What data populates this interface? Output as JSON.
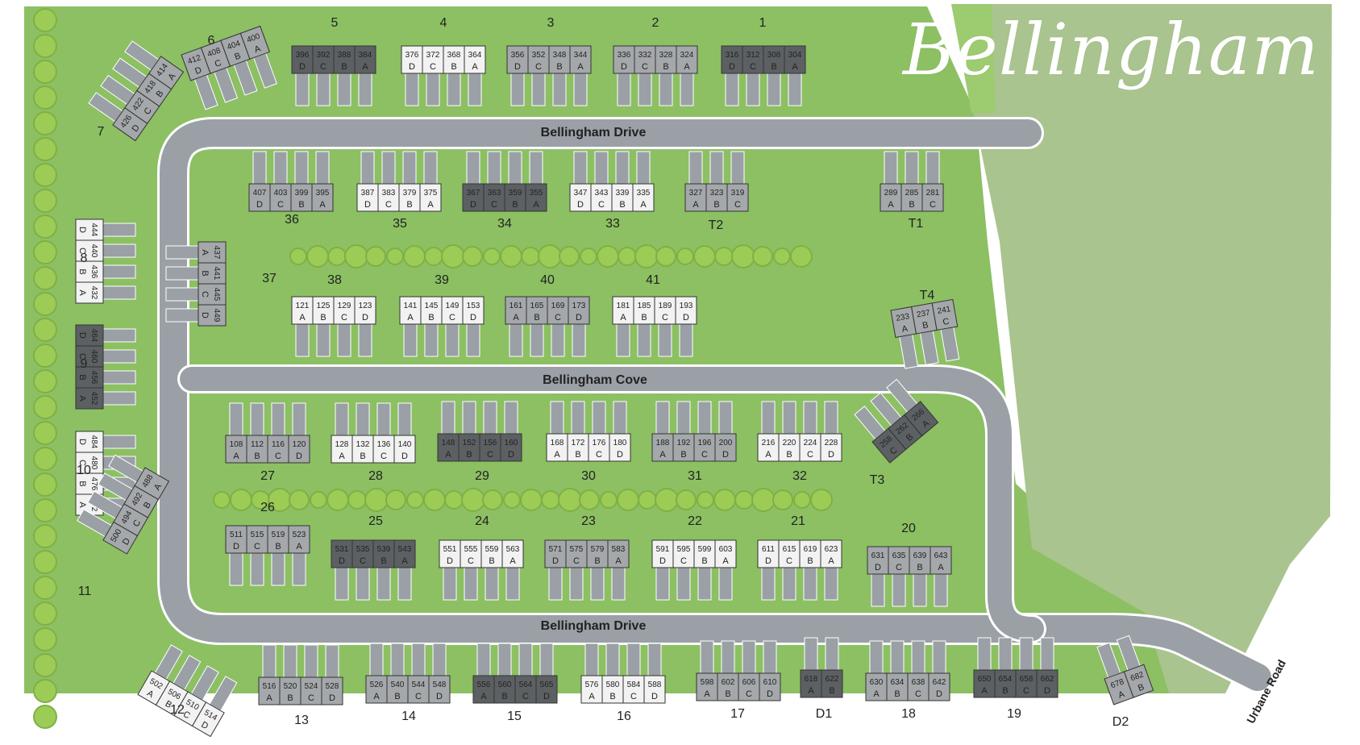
{
  "title": "Bellingham",
  "roads": {
    "drive_top": "Bellingham Drive",
    "cove": "Bellingham Cove",
    "drive_bottom": "Bellingham Drive",
    "urbane": "Urbane Road"
  },
  "colors": {
    "grass": "#8cc063",
    "grass_light": "#9ccb70",
    "pale_area": "#a9c48e",
    "road": "#9aa0a6",
    "road_edge": "#ffffff",
    "unit_light": "#f2f2f2",
    "unit_mid": "#a5a8ab",
    "unit_dark": "#5c6063",
    "tree": "#9ccc55"
  },
  "buildings": [
    {
      "id": "1",
      "units": [
        [
          "316",
          "D"
        ],
        [
          "312",
          "C"
        ],
        [
          "308",
          "B"
        ],
        [
          "304",
          "A"
        ]
      ],
      "shade": "dark"
    },
    {
      "id": "2",
      "units": [
        [
          "336",
          "D"
        ],
        [
          "332",
          "C"
        ],
        [
          "328",
          "B"
        ],
        [
          "324",
          "A"
        ]
      ],
      "shade": "mid"
    },
    {
      "id": "3",
      "units": [
        [
          "356",
          "D"
        ],
        [
          "352",
          "C"
        ],
        [
          "348",
          "B"
        ],
        [
          "344",
          "A"
        ]
      ],
      "shade": "mid"
    },
    {
      "id": "4",
      "units": [
        [
          "376",
          "D"
        ],
        [
          "372",
          "C"
        ],
        [
          "368",
          "B"
        ],
        [
          "364",
          "A"
        ]
      ],
      "shade": "light"
    },
    {
      "id": "5",
      "units": [
        [
          "396",
          "D"
        ],
        [
          "392",
          "C"
        ],
        [
          "388",
          "B"
        ],
        [
          "384",
          "A"
        ]
      ],
      "shade": "dark"
    },
    {
      "id": "6",
      "units": [
        [
          "412",
          "D"
        ],
        [
          "408",
          "C"
        ],
        [
          "404",
          "B"
        ],
        [
          "400",
          "A"
        ]
      ],
      "shade": "mid"
    },
    {
      "id": "7",
      "units": [
        [
          "426",
          "D"
        ],
        [
          "422",
          "C"
        ],
        [
          "418",
          "B"
        ],
        [
          "414",
          "A"
        ]
      ],
      "shade": "mid"
    },
    {
      "id": "8",
      "units": [
        [
          "444",
          "D"
        ],
        [
          "440",
          "C"
        ],
        [
          "436",
          "B"
        ],
        [
          "432",
          "A"
        ]
      ],
      "shade": "light"
    },
    {
      "id": "9",
      "units": [
        [
          "464",
          "D"
        ],
        [
          "460",
          "C"
        ],
        [
          "456",
          "B"
        ],
        [
          "452",
          "A"
        ]
      ],
      "shade": "dark"
    },
    {
      "id": "10",
      "units": [
        [
          "484",
          "D"
        ],
        [
          "480",
          "C"
        ],
        [
          "476",
          "B"
        ],
        [
          "472",
          "A"
        ]
      ],
      "shade": "light"
    },
    {
      "id": "11",
      "units": [
        [
          "500",
          "D"
        ],
        [
          "494",
          "C"
        ],
        [
          "492",
          "B"
        ],
        [
          "488",
          "A"
        ]
      ],
      "shade": "mid"
    },
    {
      "id": "12",
      "units": [
        [
          "502",
          "A"
        ],
        [
          "506",
          "B"
        ],
        [
          "510",
          "C"
        ],
        [
          "514",
          "D"
        ]
      ],
      "shade": "light"
    },
    {
      "id": "13",
      "units": [
        [
          "516",
          "A"
        ],
        [
          "520",
          "B"
        ],
        [
          "524",
          "C"
        ],
        [
          "528",
          "D"
        ]
      ],
      "shade": "mid"
    },
    {
      "id": "14",
      "units": [
        [
          "526",
          "A"
        ],
        [
          "540",
          "B"
        ],
        [
          "544",
          "C"
        ],
        [
          "548",
          "D"
        ]
      ],
      "shade": "mid"
    },
    {
      "id": "15",
      "units": [
        [
          "556",
          "A"
        ],
        [
          "560",
          "B"
        ],
        [
          "564",
          "C"
        ],
        [
          "565",
          "D"
        ]
      ],
      "shade": "dark"
    },
    {
      "id": "16",
      "units": [
        [
          "576",
          "A"
        ],
        [
          "580",
          "B"
        ],
        [
          "584",
          "C"
        ],
        [
          "588",
          "D"
        ]
      ],
      "shade": "light"
    },
    {
      "id": "17",
      "units": [
        [
          "598",
          "A"
        ],
        [
          "602",
          "B"
        ],
        [
          "606",
          "C"
        ],
        [
          "610",
          "D"
        ]
      ],
      "shade": "mid"
    },
    {
      "id": "D1",
      "units": [
        [
          "618",
          "A"
        ],
        [
          "622",
          "B"
        ]
      ],
      "shade": "dark"
    },
    {
      "id": "18",
      "units": [
        [
          "630",
          "A"
        ],
        [
          "634",
          "B"
        ],
        [
          "638",
          "C"
        ],
        [
          "642",
          "D"
        ]
      ],
      "shade": "mid"
    },
    {
      "id": "19",
      "units": [
        [
          "650",
          "A"
        ],
        [
          "654",
          "B"
        ],
        [
          "658",
          "C"
        ],
        [
          "662",
          "D"
        ]
      ],
      "shade": "dark"
    },
    {
      "id": "D2",
      "units": [
        [
          "678",
          "A"
        ],
        [
          "682",
          "B"
        ]
      ],
      "shade": "mid"
    },
    {
      "id": "20",
      "units": [
        [
          "631",
          "D"
        ],
        [
          "635",
          "C"
        ],
        [
          "639",
          "B"
        ],
        [
          "643",
          "A"
        ]
      ],
      "shade": "mid"
    },
    {
      "id": "21",
      "units": [
        [
          "611",
          "D"
        ],
        [
          "615",
          "C"
        ],
        [
          "619",
          "B"
        ],
        [
          "623",
          "A"
        ]
      ],
      "shade": "light"
    },
    {
      "id": "22",
      "units": [
        [
          "591",
          "D"
        ],
        [
          "595",
          "C"
        ],
        [
          "599",
          "B"
        ],
        [
          "603",
          "A"
        ]
      ],
      "shade": "light"
    },
    {
      "id": "23",
      "units": [
        [
          "571",
          "D"
        ],
        [
          "575",
          "C"
        ],
        [
          "579",
          "B"
        ],
        [
          "583",
          "A"
        ]
      ],
      "shade": "mid"
    },
    {
      "id": "24",
      "units": [
        [
          "551",
          "D"
        ],
        [
          "555",
          "C"
        ],
        [
          "559",
          "B"
        ],
        [
          "563",
          "A"
        ]
      ],
      "shade": "light"
    },
    {
      "id": "25",
      "units": [
        [
          "531",
          "D"
        ],
        [
          "535",
          "C"
        ],
        [
          "539",
          "B"
        ],
        [
          "543",
          "A"
        ]
      ],
      "shade": "dark"
    },
    {
      "id": "26",
      "units": [
        [
          "511",
          "D"
        ],
        [
          "515",
          "C"
        ],
        [
          "519",
          "B"
        ],
        [
          "523",
          "A"
        ]
      ],
      "shade": "mid"
    },
    {
      "id": "27",
      "units": [
        [
          "108",
          "A"
        ],
        [
          "112",
          "B"
        ],
        [
          "116",
          "C"
        ],
        [
          "120",
          "D"
        ]
      ],
      "shade": "mid"
    },
    {
      "id": "28",
      "units": [
        [
          "128",
          "A"
        ],
        [
          "132",
          "B"
        ],
        [
          "136",
          "C"
        ],
        [
          "140",
          "D"
        ]
      ],
      "shade": "light"
    },
    {
      "id": "29",
      "units": [
        [
          "148",
          "A"
        ],
        [
          "152",
          "B"
        ],
        [
          "156",
          "C"
        ],
        [
          "160",
          "D"
        ]
      ],
      "shade": "dark"
    },
    {
      "id": "30",
      "units": [
        [
          "168",
          "A"
        ],
        [
          "172",
          "B"
        ],
        [
          "176",
          "C"
        ],
        [
          "180",
          "D"
        ]
      ],
      "shade": "light"
    },
    {
      "id": "31",
      "units": [
        [
          "188",
          "A"
        ],
        [
          "192",
          "B"
        ],
        [
          "196",
          "C"
        ],
        [
          "200",
          "D"
        ]
      ],
      "shade": "mid"
    },
    {
      "id": "32",
      "units": [
        [
          "216",
          "A"
        ],
        [
          "220",
          "B"
        ],
        [
          "224",
          "C"
        ],
        [
          "228",
          "D"
        ]
      ],
      "shade": "light"
    },
    {
      "id": "T3",
      "units": [
        [
          "258",
          "C"
        ],
        [
          "262",
          "B"
        ],
        [
          "266",
          "A"
        ]
      ],
      "shade": "dark"
    },
    {
      "id": "33",
      "units": [
        [
          "347",
          "D"
        ],
        [
          "343",
          "C"
        ],
        [
          "339",
          "B"
        ],
        [
          "335",
          "A"
        ]
      ],
      "shade": "light"
    },
    {
      "id": "34",
      "units": [
        [
          "367",
          "D"
        ],
        [
          "363",
          "C"
        ],
        [
          "359",
          "B"
        ],
        [
          "355",
          "A"
        ]
      ],
      "shade": "dark"
    },
    {
      "id": "35",
      "units": [
        [
          "387",
          "D"
        ],
        [
          "383",
          "C"
        ],
        [
          "379",
          "B"
        ],
        [
          "375",
          "A"
        ]
      ],
      "shade": "light"
    },
    {
      "id": "36",
      "units": [
        [
          "407",
          "D"
        ],
        [
          "403",
          "C"
        ],
        [
          "399",
          "B"
        ],
        [
          "395",
          "A"
        ]
      ],
      "shade": "mid"
    },
    {
      "id": "T2",
      "units": [
        [
          "327",
          "A"
        ],
        [
          "323",
          "B"
        ],
        [
          "319",
          "C"
        ]
      ],
      "shade": "mid"
    },
    {
      "id": "T1",
      "units": [
        [
          "289",
          "A"
        ],
        [
          "285",
          "B"
        ],
        [
          "281",
          "C"
        ]
      ],
      "shade": "mid"
    },
    {
      "id": "37",
      "units": [
        [
          "437",
          "A"
        ],
        [
          "441",
          "B"
        ],
        [
          "445",
          "C"
        ],
        [
          "449",
          "D"
        ]
      ],
      "shade": "mid"
    },
    {
      "id": "38",
      "units": [
        [
          "121",
          "A"
        ],
        [
          "125",
          "B"
        ],
        [
          "129",
          "C"
        ],
        [
          "123",
          "D"
        ]
      ],
      "shade": "light"
    },
    {
      "id": "39",
      "units": [
        [
          "141",
          "A"
        ],
        [
          "145",
          "B"
        ],
        [
          "149",
          "C"
        ],
        [
          "153",
          "D"
        ]
      ],
      "shade": "light"
    },
    {
      "id": "40",
      "units": [
        [
          "161",
          "A"
        ],
        [
          "165",
          "B"
        ],
        [
          "169",
          "C"
        ],
        [
          "173",
          "D"
        ]
      ],
      "shade": "mid"
    },
    {
      "id": "41",
      "units": [
        [
          "181",
          "A"
        ],
        [
          "185",
          "B"
        ],
        [
          "189",
          "C"
        ],
        [
          "193",
          "D"
        ]
      ],
      "shade": "light"
    },
    {
      "id": "T4",
      "units": [
        [
          "233",
          "A"
        ],
        [
          "237",
          "B"
        ],
        [
          "241",
          "C"
        ]
      ],
      "shade": "mid"
    }
  ]
}
